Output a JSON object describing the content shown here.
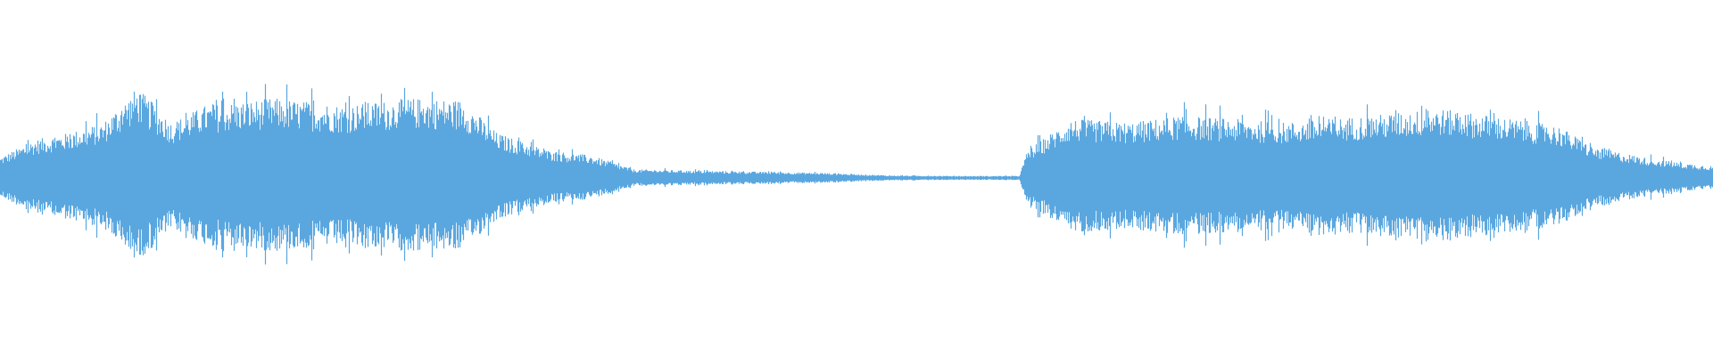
{
  "waveform": {
    "color": "#5aa7e0",
    "background": "#ffffff",
    "envelope_profile": [
      [
        0.0,
        0.12
      ],
      [
        0.02,
        0.22
      ],
      [
        0.04,
        0.26
      ],
      [
        0.06,
        0.32
      ],
      [
        0.08,
        0.52
      ],
      [
        0.1,
        0.32
      ],
      [
        0.12,
        0.42
      ],
      [
        0.16,
        0.46
      ],
      [
        0.2,
        0.42
      ],
      [
        0.24,
        0.46
      ],
      [
        0.27,
        0.45
      ],
      [
        0.29,
        0.26
      ],
      [
        0.32,
        0.16
      ],
      [
        0.345,
        0.13
      ],
      [
        0.37,
        0.05
      ],
      [
        0.42,
        0.04
      ],
      [
        0.48,
        0.03
      ],
      [
        0.52,
        0.015
      ],
      [
        0.56,
        0.012
      ],
      [
        0.595,
        0.012
      ],
      [
        0.6,
        0.16
      ],
      [
        0.625,
        0.34
      ],
      [
        0.66,
        0.32
      ],
      [
        0.69,
        0.36
      ],
      [
        0.75,
        0.32
      ],
      [
        0.8,
        0.36
      ],
      [
        0.84,
        0.4
      ],
      [
        0.87,
        0.36
      ],
      [
        0.91,
        0.3
      ],
      [
        0.93,
        0.18
      ],
      [
        0.96,
        0.12
      ],
      [
        0.98,
        0.09
      ],
      [
        1.0,
        0.07
      ]
    ]
  }
}
